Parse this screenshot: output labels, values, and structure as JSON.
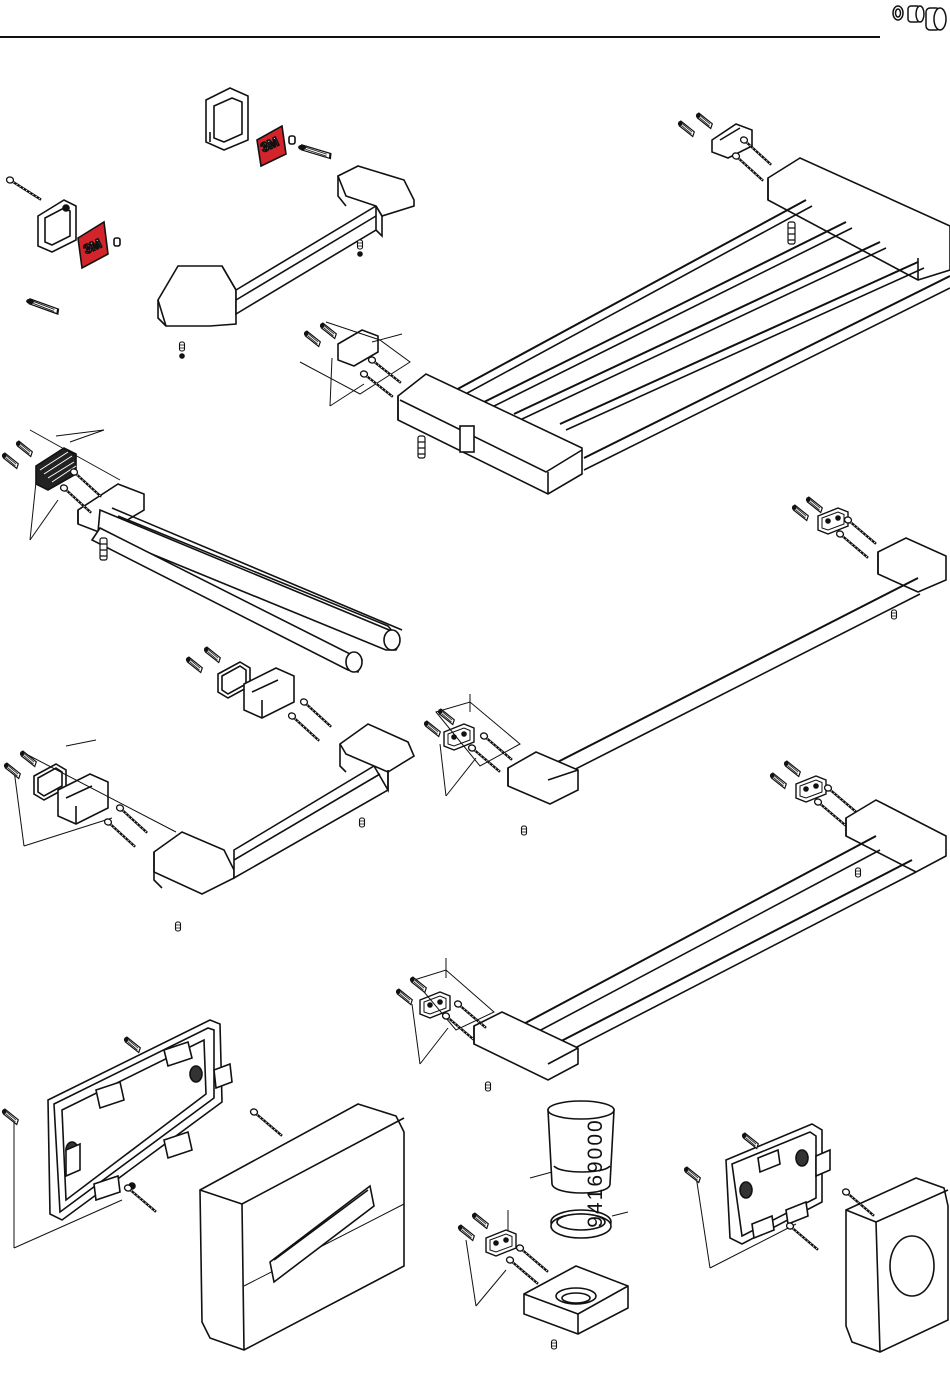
{
  "page": {
    "header_icon": "seal-rings-icon",
    "part_number": "94169000"
  },
  "badges": {
    "adhesive_label": "3M"
  },
  "colors": {
    "line": "#111111",
    "adhesive_red": "#d4242b",
    "background": "#ffffff"
  },
  "assemblies": [
    {
      "name": "handle-with-adhesive-mount",
      "icon": "towel-handle-icon"
    },
    {
      "name": "multi-bar-towel-rack",
      "icon": "towel-rack-icon"
    },
    {
      "name": "double-swivel-towel-holder",
      "icon": "towel-holder-icon"
    },
    {
      "name": "single-towel-bar",
      "icon": "towel-bar-icon"
    },
    {
      "name": "grab-handle",
      "icon": "grab-handle-icon"
    },
    {
      "name": "double-towel-bar",
      "icon": "double-towel-bar-icon"
    },
    {
      "name": "tissue-box-dispenser",
      "icon": "tissue-box-icon"
    },
    {
      "name": "tumbler-holder",
      "icon": "tumbler-icon"
    },
    {
      "name": "waste-bag-dispenser",
      "icon": "bag-dispenser-icon"
    }
  ]
}
